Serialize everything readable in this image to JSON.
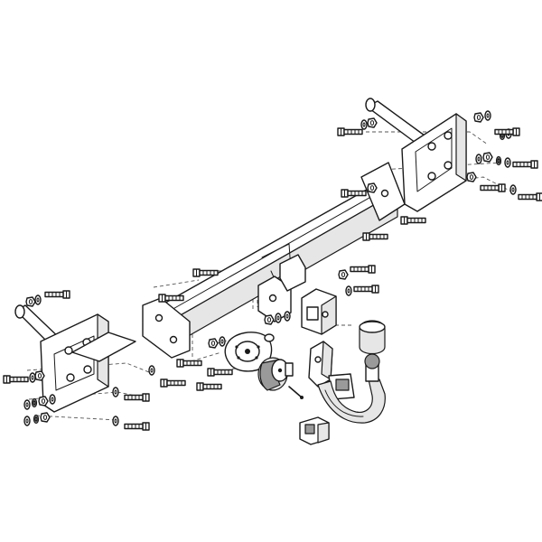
{
  "diagram": {
    "type": "exploded-assembly",
    "colors": {
      "line": "#1a1a1a",
      "shade": "#e6e6e6",
      "dark": "#9a9a9a",
      "hidden": "#555555",
      "background": "#ffffff"
    },
    "parts": [
      "crossbar",
      "right-bracket",
      "left-bracket",
      "bolt",
      "washer",
      "nut",
      "tow-ball-neck",
      "ball-cover",
      "socket-plate",
      "electrical-socket",
      "socket-housing",
      "lock-clip",
      "receiver-block"
    ]
  }
}
